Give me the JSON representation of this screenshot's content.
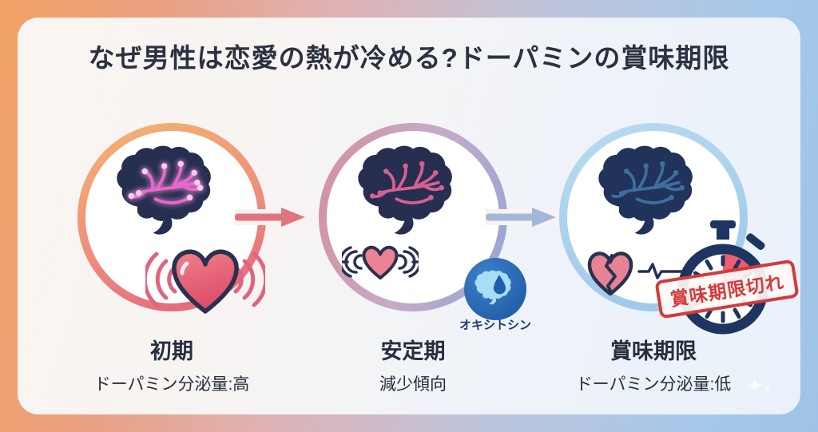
{
  "title": "なぜ男性は恋愛の熱が冷める?ドーパミンの賞味期限",
  "stages": [
    {
      "id": "initial",
      "label": "初期",
      "sublabel": "ドーパミン分泌量:高",
      "icons": [
        "brain-active-icon",
        "beating-heart-icon"
      ]
    },
    {
      "id": "stable",
      "label": "安定期",
      "sublabel": "減少傾向",
      "badge_label": "オキシトシン",
      "icons": [
        "brain-calm-icon",
        "small-beating-heart-icon",
        "oxytocin-brain-icon"
      ]
    },
    {
      "id": "expired",
      "label": "賞味期限",
      "sublabel": "ドーパミン分泌量:低",
      "stamp_label": "賞味期限切れ",
      "icons": [
        "brain-dim-icon",
        "broken-heart-icon",
        "stopwatch-icon"
      ]
    }
  ],
  "colors": {
    "background_left": "#f0a468",
    "background_right": "#a2c5e7",
    "card": "#f7f4f2",
    "ring_initial_top": "#f4b573",
    "ring_initial_bottom": "#e05f7e",
    "ring_stable_left": "#d48fa0",
    "ring_stable_right": "#93a6d3",
    "ring_expired": "#a6d0ed",
    "arrow_warm": "#e0757f",
    "arrow_cool": "#a3b8d8",
    "text_navy": "#2b3140",
    "dopamine_glow_pink": "#ef64cf",
    "calm_pink": "#d85f94",
    "dim_blue": "#3f6d9e",
    "heart_red": "#e35a6e",
    "badge_blue": "#2a6cb8",
    "stamp_red": "#d23b3b"
  }
}
